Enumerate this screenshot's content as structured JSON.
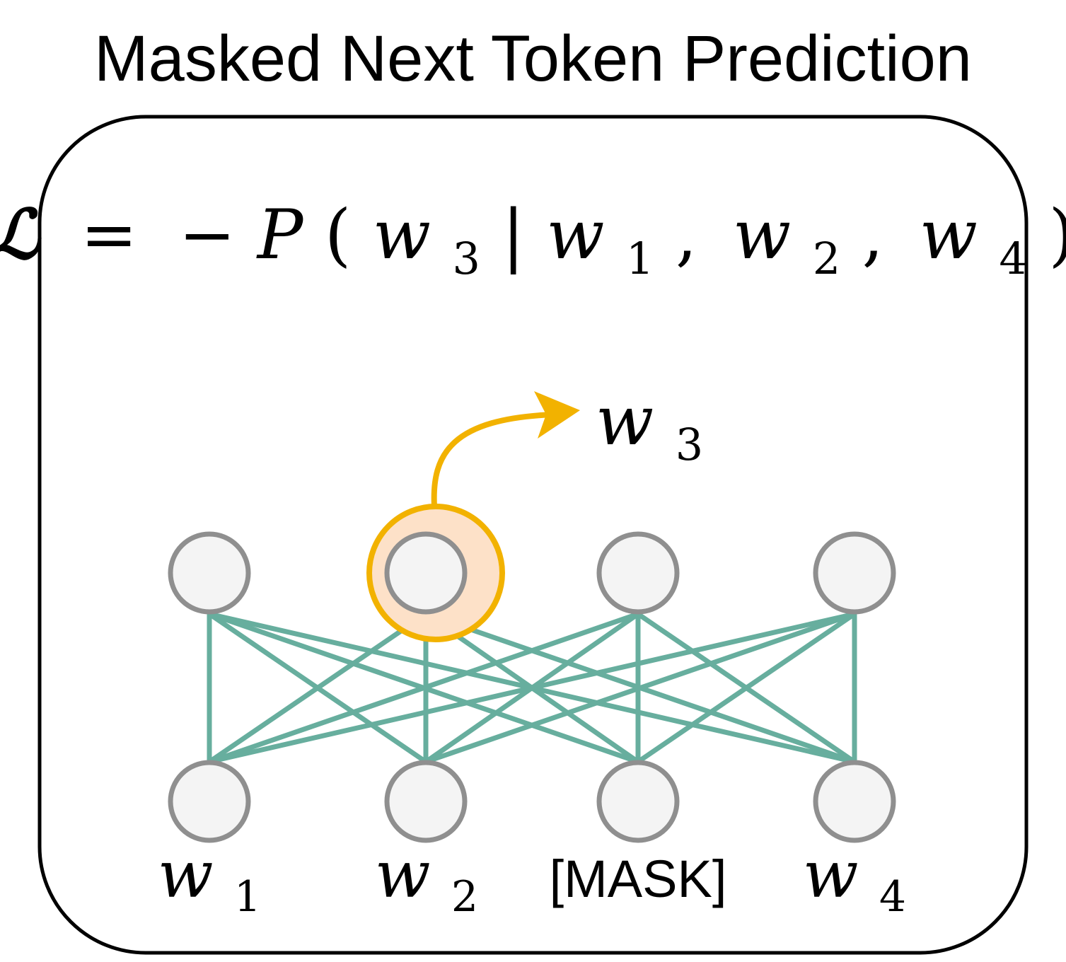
{
  "title": "Masked Next Token Prediction",
  "loss": {
    "lhs": "ℒ",
    "equals": "=",
    "neg": "−",
    "P": "P",
    "open_paren": "(",
    "target": {
      "base": "w",
      "sub": "3"
    },
    "bar": "|",
    "context": [
      {
        "base": "w",
        "sub": "1"
      },
      {
        "base": "w",
        "sub": "2"
      },
      {
        "base": "w",
        "sub": "4"
      }
    ],
    "comma": ",",
    "close_paren": ")"
  },
  "output_label": {
    "base": "w",
    "sub": "3"
  },
  "tokens": [
    {
      "base": "w",
      "sub": "1",
      "masked": false
    },
    {
      "base": "w",
      "sub": "2",
      "masked": false
    },
    {
      "text": "[MASK]",
      "masked": true
    },
    {
      "base": "w",
      "sub": "4",
      "masked": false
    }
  ],
  "highlight_top_index": 1,
  "colors": {
    "edge": "#67ae9e",
    "node_fill": "#f4f4f4",
    "node_stroke": "#8f8f8f",
    "highlight_stroke": "#f2b200",
    "highlight_fill": "#fde1c8",
    "arrow": "#f2b200",
    "frame": "#000000"
  },
  "icons": {
    "arrow": "curved-arrow-icon"
  }
}
